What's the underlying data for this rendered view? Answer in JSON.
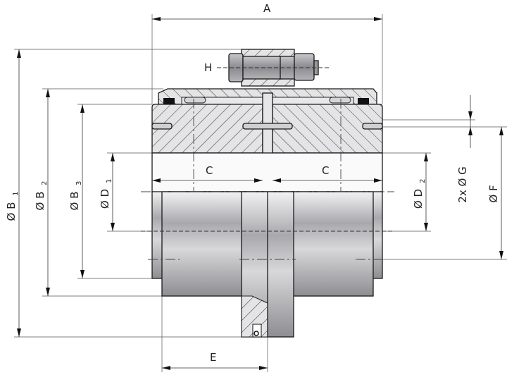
{
  "title": "Gear coupling dimension drawing",
  "dimensions": {
    "A": {
      "label": "A"
    },
    "H": {
      "label": "H"
    },
    "C_left": {
      "label": "C"
    },
    "C_right": {
      "label": "C"
    },
    "E": {
      "label": "E"
    },
    "B1": {
      "label": "Ø B",
      "sub": "1"
    },
    "B2": {
      "label": "Ø B",
      "sub": "2"
    },
    "B3": {
      "label": "Ø B",
      "sub": "3"
    },
    "D1": {
      "label": "Ø D",
      "sub": "1"
    },
    "D2": {
      "label": "Ø D",
      "sub": "2"
    },
    "G": {
      "label": "2x Ø G"
    },
    "F": {
      "label": "Ø F"
    }
  }
}
